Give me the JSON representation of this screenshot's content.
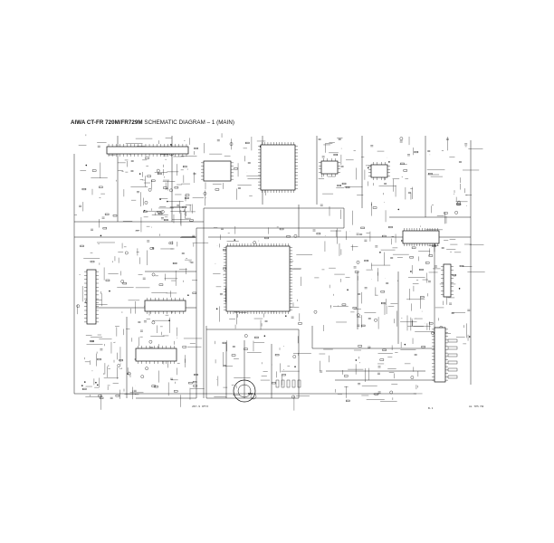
{
  "title": {
    "model": "AIWA CT-FR 720M/FR729M",
    "subtitle": "SCHEMATIC DIAGRAM – 1 (MAIN)"
  },
  "footer": {
    "left": "2K7·9  9F73",
    "mid": "B-1",
    "right": "AL 7E5 M4"
  },
  "colors": {
    "ink": "#1a1a1a",
    "paper": "#ffffff"
  }
}
